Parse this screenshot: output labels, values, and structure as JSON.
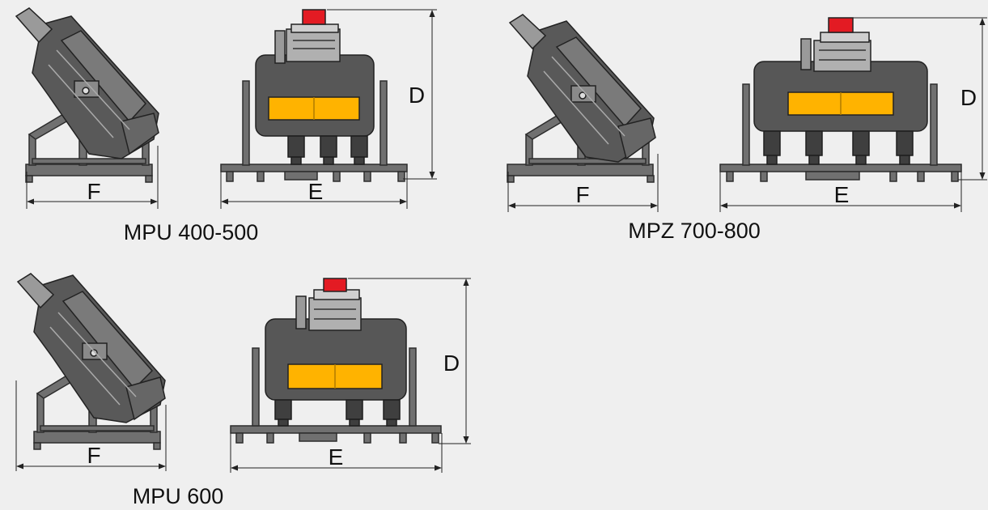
{
  "background": "#efefef",
  "colors": {
    "frame": "#6e6e6e",
    "frame_dark": "#3f3f3f",
    "body": "#585858",
    "body_light": "#8a8a8a",
    "panel": "#ffb300",
    "valve": "#e31b23",
    "line": "#222222"
  },
  "units": [
    {
      "caption": "MPU 400-500",
      "spindles": 3,
      "labels": {
        "height": "D",
        "width": "E",
        "side": "F"
      }
    },
    {
      "caption": "MPZ 700-800",
      "spindles": 4,
      "labels": {
        "height": "D",
        "width": "E",
        "side": "F"
      }
    },
    {
      "caption": "MPU 600",
      "spindles": 3,
      "labels": {
        "height": "D",
        "width": "E",
        "side": "F"
      }
    }
  ]
}
